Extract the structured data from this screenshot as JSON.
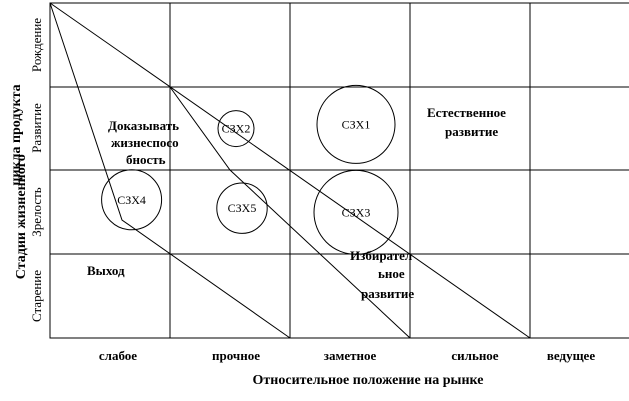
{
  "y_axis_title_lines": [
    "Стадии жизненного",
    "цикла продукта"
  ],
  "stages": [
    "Рождение",
    "Развитие",
    "Зрелость",
    "Старение"
  ],
  "x_axis_title": "Относительное положение на рынке",
  "positions": [
    "слабое",
    "прочное",
    "заметное",
    "сильное",
    "ведущее"
  ],
  "business_units": [
    {
      "label": "СЗХ1",
      "position_col": 2.55,
      "stage_row": 1.45,
      "size": 0.65
    },
    {
      "label": "СЗХ2",
      "position_col": 1.55,
      "stage_row": 1.5,
      "size": 0.3
    },
    {
      "label": "СЗХ3",
      "position_col": 2.55,
      "stage_row": 2.5,
      "size": 0.7
    },
    {
      "label": "СЗХ4",
      "position_col": 0.68,
      "stage_row": 2.35,
      "size": 0.5
    },
    {
      "label": "СЗХ5",
      "position_col": 1.6,
      "stage_row": 2.45,
      "size": 0.42
    }
  ],
  "strategy_zones": [
    {
      "lines": [
        "Доказывать",
        "жизнеспосо",
        "бность"
      ]
    },
    {
      "lines": [
        "Естественное",
        "развитие"
      ]
    },
    {
      "lines": [
        "Избирател",
        "ьное",
        "развитие"
      ]
    },
    {
      "lines": [
        "Выход"
      ]
    }
  ]
}
